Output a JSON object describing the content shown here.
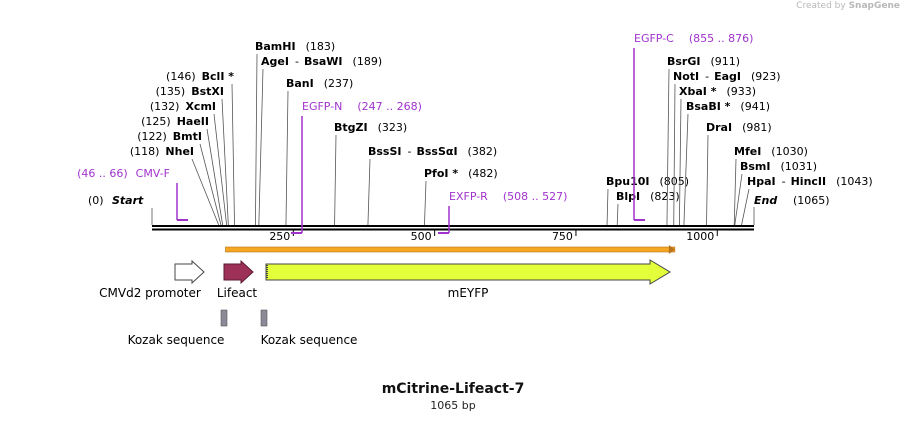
{
  "credit": {
    "prefix": "Created by",
    "brand": "SnapGene"
  },
  "plasmid": {
    "name": "mCitrine-Lifeact-7",
    "length_label": "1065 bp",
    "length": 1065
  },
  "colors": {
    "enzyme": "#000000",
    "primer": "#a033cc",
    "lifeact": "#9e3158",
    "meyfp": "#e3ff3c",
    "promoter": "#ffffff",
    "kozak": "#8a8a96",
    "orf": "#f5a623"
  },
  "ruler": {
    "ticks": [
      250,
      500,
      750,
      1000
    ]
  },
  "ends": {
    "start_label": "Start",
    "start_pos": "(0)",
    "end_label": "End",
    "end_pos": "(1065)"
  },
  "enzymes": [
    {
      "name": "NheI",
      "num": "(118)",
      "pos": 118
    },
    {
      "name": "BmtI",
      "num": "(122)",
      "pos": 122
    },
    {
      "name": "HaeII",
      "num": "(125)",
      "pos": 125
    },
    {
      "name": "XcmI",
      "num": "(132)",
      "pos": 132
    },
    {
      "name": "BstXI",
      "num": "(135)",
      "pos": 135
    },
    {
      "name": "BclI *",
      "num": "(146)",
      "pos": 146
    },
    {
      "name": "BamHI",
      "num": "(183)",
      "pos": 183
    },
    {
      "name": "AgeI",
      "name2": "BsaWI",
      "num": "(189)",
      "pos": 189
    },
    {
      "name": "BanI",
      "num": "(237)",
      "pos": 237
    },
    {
      "name": "BtgZI",
      "num": "(323)",
      "pos": 323
    },
    {
      "name": "BssSI",
      "name2": "BssSαI",
      "num": "(382)",
      "pos": 382
    },
    {
      "name": "PfoI *",
      "num": "(482)",
      "pos": 482
    },
    {
      "name": "Bpu10I",
      "num": "(805)",
      "pos": 805
    },
    {
      "name": "BlpI",
      "num": "(823)",
      "pos": 823
    },
    {
      "name": "BsrGI",
      "num": "(911)",
      "pos": 911
    },
    {
      "name": "NotI",
      "name2": "EagI",
      "num": "(923)",
      "pos": 923
    },
    {
      "name": "XbaI *",
      "num": "(933)",
      "pos": 933
    },
    {
      "name": "BsaBI *",
      "num": "(941)",
      "pos": 941
    },
    {
      "name": "DraI",
      "num": "(981)",
      "pos": 981
    },
    {
      "name": "MfeI",
      "num": "(1030)",
      "pos": 1030
    },
    {
      "name": "BsmI",
      "num": "(1031)",
      "pos": 1031
    },
    {
      "name": "HpaI",
      "name2": "HincII",
      "num": "(1043)",
      "pos": 1043
    }
  ],
  "primers": [
    {
      "name": "CMV-F",
      "range": "(46 .. 66)",
      "start": 46,
      "end": 66
    },
    {
      "name": "EGFP-N",
      "range": "(247 .. 268)",
      "start": 247,
      "end": 268
    },
    {
      "name": "EXFP-R",
      "range": "(508 .. 527)",
      "start": 508,
      "end": 527
    },
    {
      "name": "EGFP-C",
      "range": "(855 .. 876)",
      "start": 855,
      "end": 876
    }
  ],
  "features": [
    {
      "name": "CMVd2 promoter",
      "start": 42,
      "end": 93,
      "type": "promoter"
    },
    {
      "name": "Lifeact",
      "start": 130,
      "end": 181,
      "type": "lifeact"
    },
    {
      "name": "mEYFP",
      "start": 205,
      "end": 925,
      "type": "meyfp"
    }
  ],
  "kozaks": [
    {
      "name": "Kozak sequence",
      "pos": 126
    },
    {
      "name": "Kozak sequence",
      "pos": 201
    }
  ],
  "orf": {
    "start": 130,
    "end": 925
  }
}
